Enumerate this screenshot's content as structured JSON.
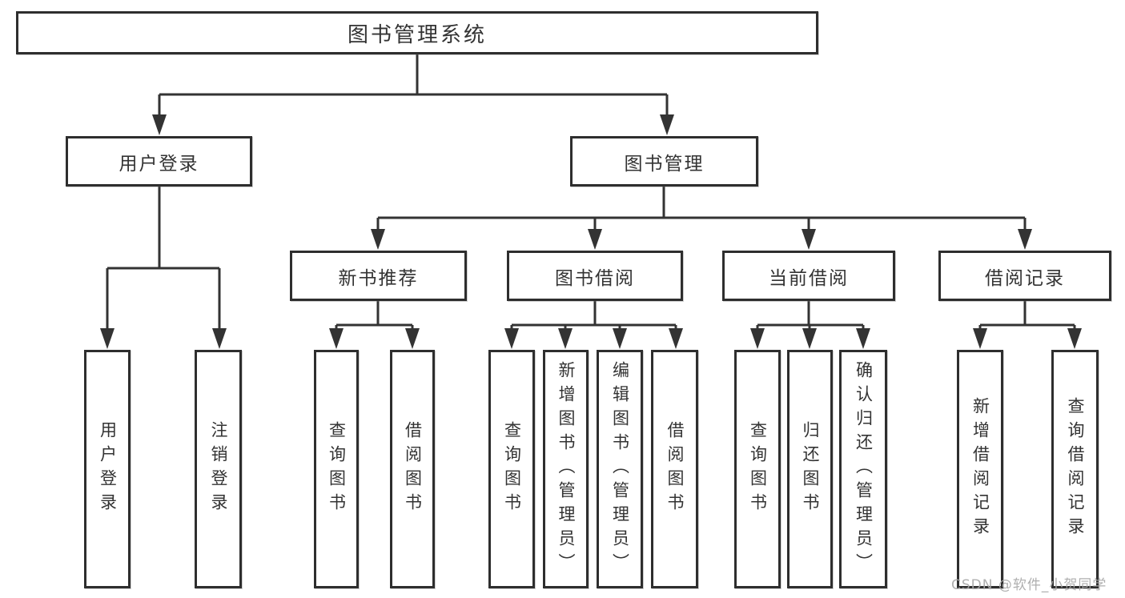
{
  "tree": {
    "root": {
      "label": "图书管理系统"
    },
    "branches": [
      {
        "label": "用户登录",
        "children": [
          {
            "label": "用户登录"
          },
          {
            "label": "注销登录"
          }
        ]
      },
      {
        "label": "图书管理",
        "children": [
          {
            "label": "新书推荐",
            "children": [
              {
                "label": "查询图书"
              },
              {
                "label": "借阅图书"
              }
            ]
          },
          {
            "label": "图书借阅",
            "children": [
              {
                "label": "查询图书"
              },
              {
                "label": "新增图书（管理员）"
              },
              {
                "label": "编辑图书（管理员）"
              },
              {
                "label": "借阅图书"
              }
            ]
          },
          {
            "label": "当前借阅",
            "children": [
              {
                "label": "查询图书"
              },
              {
                "label": "归还图书"
              },
              {
                "label": "确认归还（管理员）"
              }
            ]
          },
          {
            "label": "借阅记录",
            "children": [
              {
                "label": "新增借阅记录"
              },
              {
                "label": "查询借阅记录"
              }
            ]
          }
        ]
      }
    ]
  },
  "watermark": {
    "text": "CSDN @软件_小贺同学"
  },
  "colors": {
    "line": "#333333",
    "box_border": "#2e2e2e",
    "text": "#333333",
    "watermark": "#a8a8a8",
    "background": "#ffffff"
  }
}
